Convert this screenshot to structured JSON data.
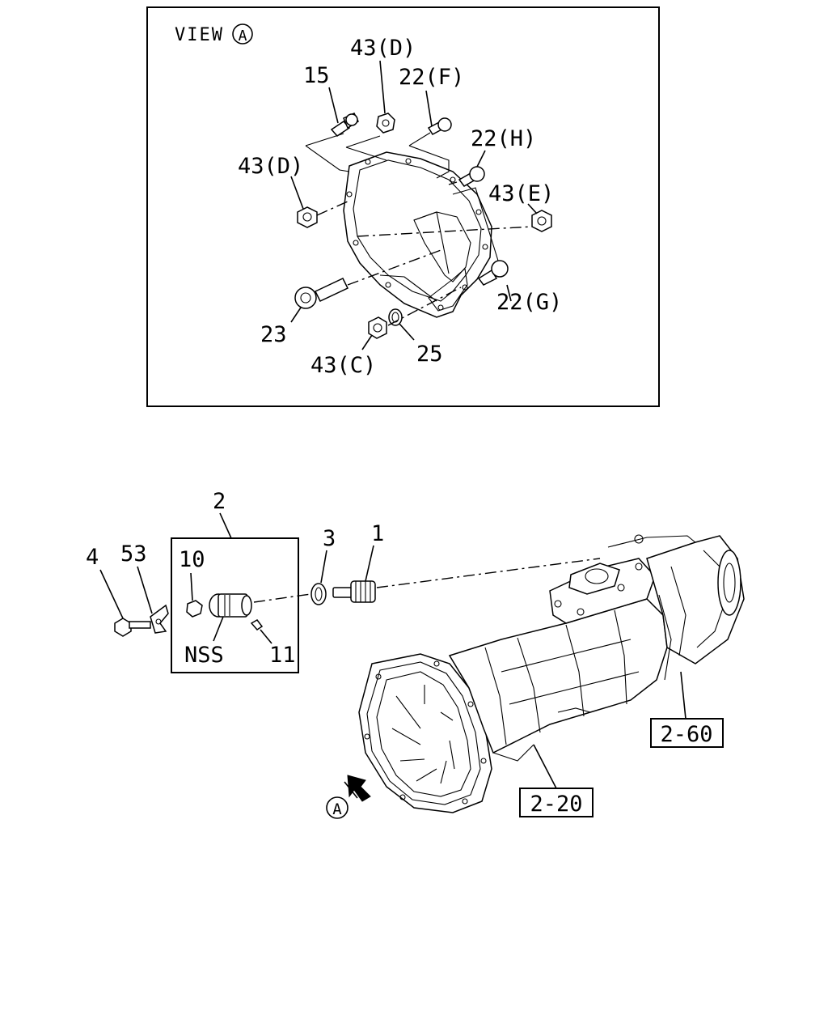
{
  "view_panel": {
    "title": "VIEW",
    "title_marker": "A",
    "callouts": {
      "c15": "15",
      "c43d_top": "43(D)",
      "c22f": "22(F)",
      "c22h": "22(H)",
      "c43d_left": "43(D)",
      "c43e": "43(E)",
      "c22g": "22(G)",
      "c23": "23",
      "c43c": "43(C)",
      "c25": "25"
    }
  },
  "main": {
    "callouts": {
      "c2": "2",
      "c4": "4",
      "c53": "53",
      "c10": "10",
      "c3": "3",
      "c1": "1",
      "nss": "NSS",
      "c11": "11"
    },
    "ref_boxes": {
      "r260": "2-60",
      "r220": "2-20"
    },
    "view_marker": "A"
  }
}
